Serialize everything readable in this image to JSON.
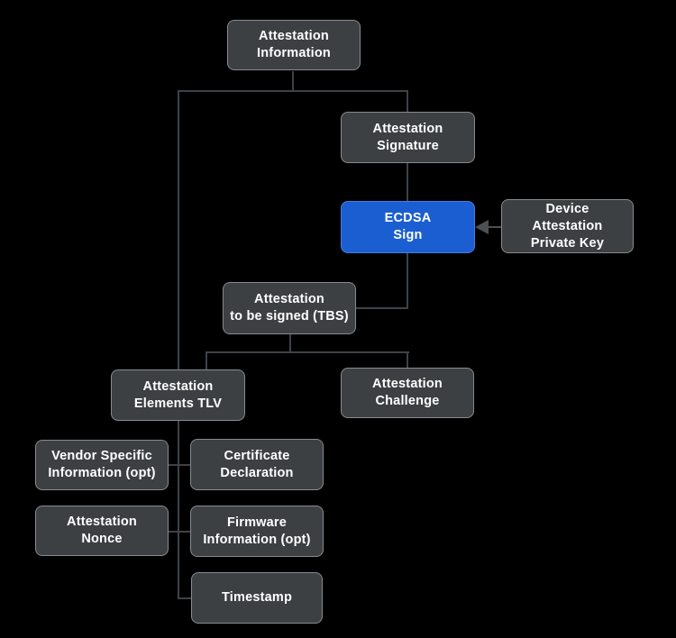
{
  "diagram": {
    "title": "Attestation Information structure",
    "colors": {
      "background": "#000000",
      "node_fill": "#3c4043",
      "node_border": "#878b8f",
      "highlight_fill": "#1b5ed1",
      "highlight_border": "#447edb",
      "edge": "#3d4247",
      "arrow": "#4a5054",
      "text": "#ffffff"
    },
    "nodes": {
      "attestation_information": {
        "lines": [
          "Attestation",
          "Information"
        ]
      },
      "attestation_signature": {
        "lines": [
          "Attestation",
          "Signature"
        ]
      },
      "ecdsa_sign": {
        "lines": [
          "ECDSA",
          "Sign"
        ]
      },
      "device_attestation_private_key": {
        "lines": [
          "Device",
          "Attestation",
          "Private Key"
        ]
      },
      "attestation_tbs": {
        "lines": [
          "Attestation",
          "to be signed (TBS)"
        ]
      },
      "attestation_elements_tlv": {
        "lines": [
          "Attestation",
          "Elements TLV"
        ]
      },
      "attestation_challenge": {
        "lines": [
          "Attestation",
          "Challenge"
        ]
      },
      "vendor_specific_information": {
        "lines": [
          "Vendor Specific",
          "Information (opt)"
        ]
      },
      "certificate_declaration": {
        "lines": [
          "Certificate",
          "Declaration"
        ]
      },
      "attestation_nonce": {
        "lines": [
          "Attestation",
          "Nonce"
        ]
      },
      "firmware_information": {
        "lines": [
          "Firmware",
          "Information (opt)"
        ]
      },
      "timestamp": {
        "lines": [
          "Timestamp"
        ]
      }
    },
    "edges": [
      "attestation_information -> attestation_signature",
      "attestation_information -> attestation_elements_tlv",
      "attestation_signature -> ecdsa_sign",
      "ecdsa_sign -> attestation_tbs",
      "device_attestation_private_key -> ecdsa_sign (arrow)",
      "attestation_tbs -> attestation_elements_tlv",
      "attestation_tbs -> attestation_challenge",
      "attestation_elements_tlv -> vendor_specific_information",
      "attestation_elements_tlv -> certificate_declaration",
      "attestation_elements_tlv -> attestation_nonce",
      "attestation_elements_tlv -> firmware_information",
      "attestation_elements_tlv -> timestamp"
    ]
  }
}
